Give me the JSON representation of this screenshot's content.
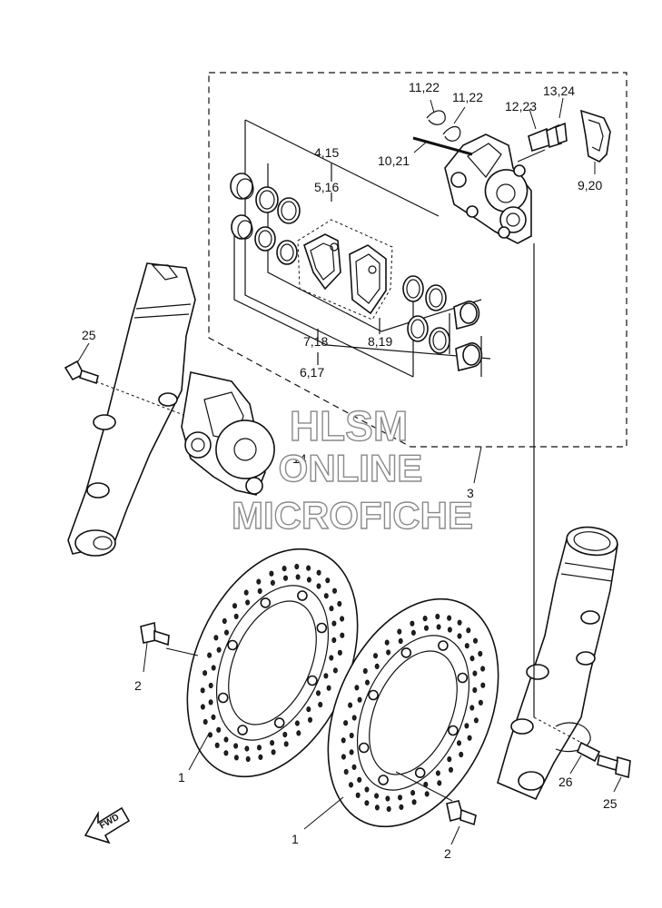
{
  "labels": {
    "l_11_22_a": "11,22",
    "l_11_22_b": "11,22",
    "l_13_24": "13,24",
    "l_12_23": "12,23",
    "l_10_21": "10,21",
    "l_9_20": "9,20",
    "l_4_15": "4,15",
    "l_5_16": "5,16",
    "l_7_18": "7,18",
    "l_8_19": "8,19",
    "l_6_17": "6,17",
    "l_25_a": "25",
    "l_25_b": "25",
    "l_14": "14",
    "l_3": "3",
    "l_2_a": "2",
    "l_2_b": "2",
    "l_1_a": "1",
    "l_1_b": "1",
    "l_26": "26"
  },
  "fwd_label": "FWD",
  "watermark": {
    "line1": "HLSM",
    "line2": "ONLINE",
    "line3": "MICROFICHE"
  }
}
